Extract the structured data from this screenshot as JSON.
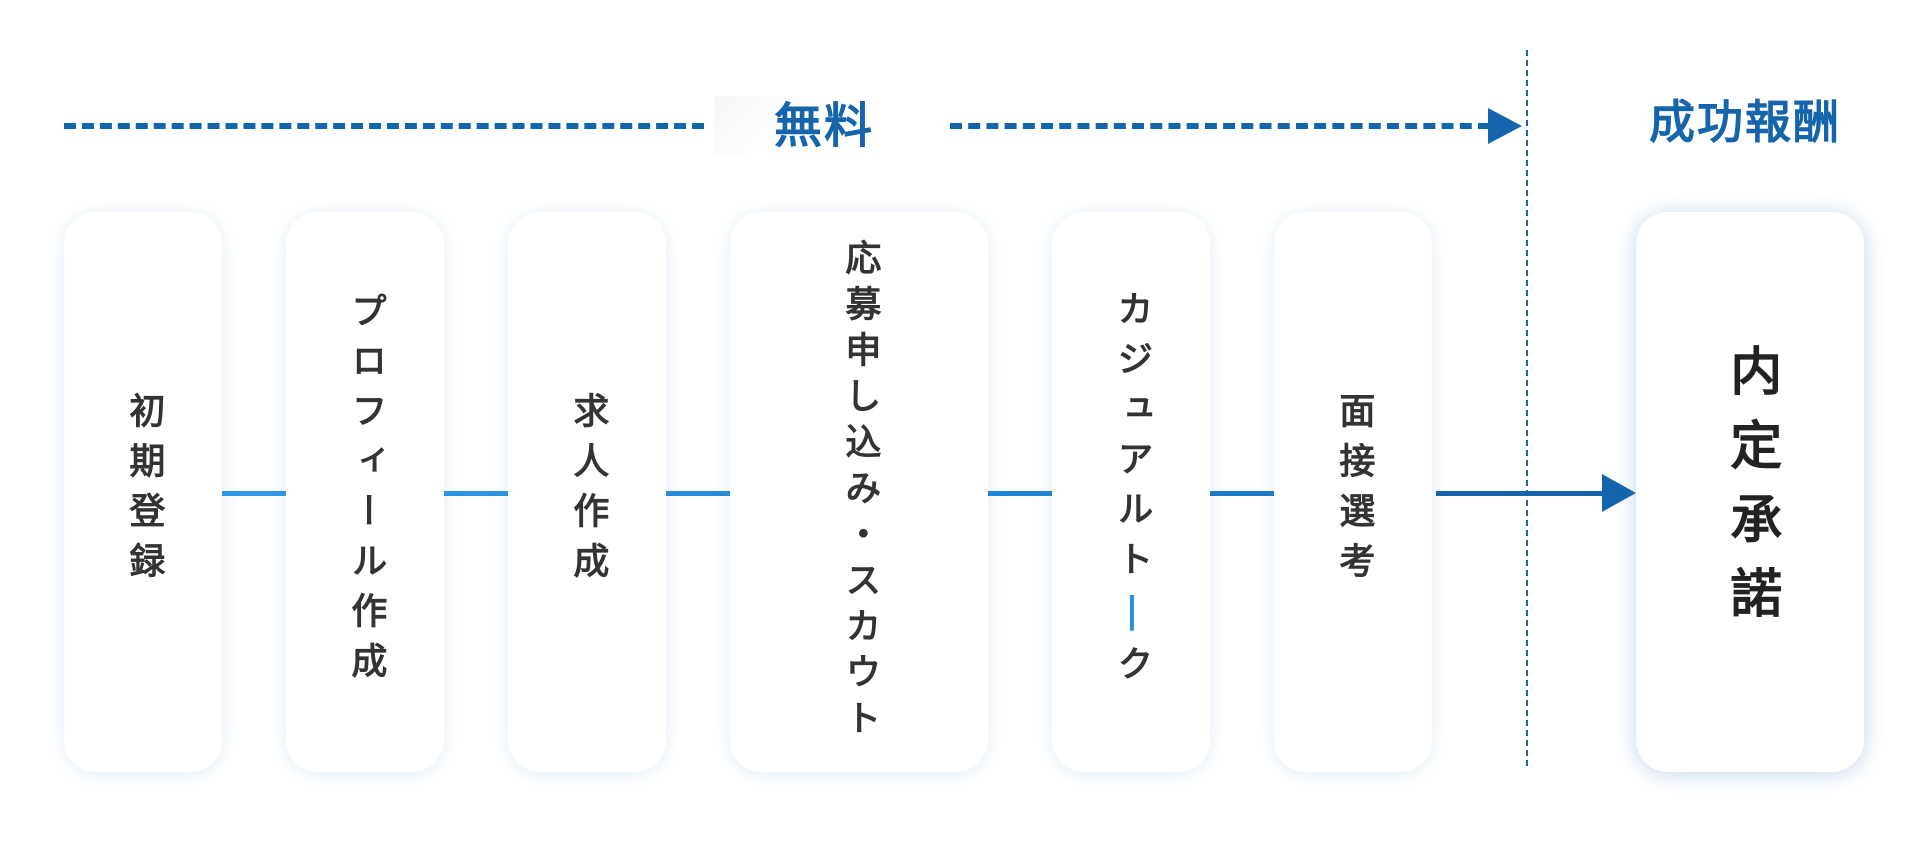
{
  "header": {
    "free_label": "無料",
    "success_label": "成功報酬"
  },
  "steps": [
    {
      "label": "初期登録"
    },
    {
      "label": "プロフィール作成"
    },
    {
      "label": "求人作成"
    },
    {
      "label": "応募申し込み・スカウト",
      "col1": "応募申し込み",
      "middle": "・",
      "col2": "スカウト"
    },
    {
      "label": "カジュアルトーク",
      "before": "カジュアルト",
      "dash": "|",
      "after": "ク"
    },
    {
      "label": "面接選考"
    }
  ],
  "final_step": {
    "label": "内定承諾"
  },
  "colors": {
    "primary": "#1565ad",
    "connector_light": "#2e97e6",
    "connector_dark": "#1b6fb8",
    "text": "#333333"
  }
}
